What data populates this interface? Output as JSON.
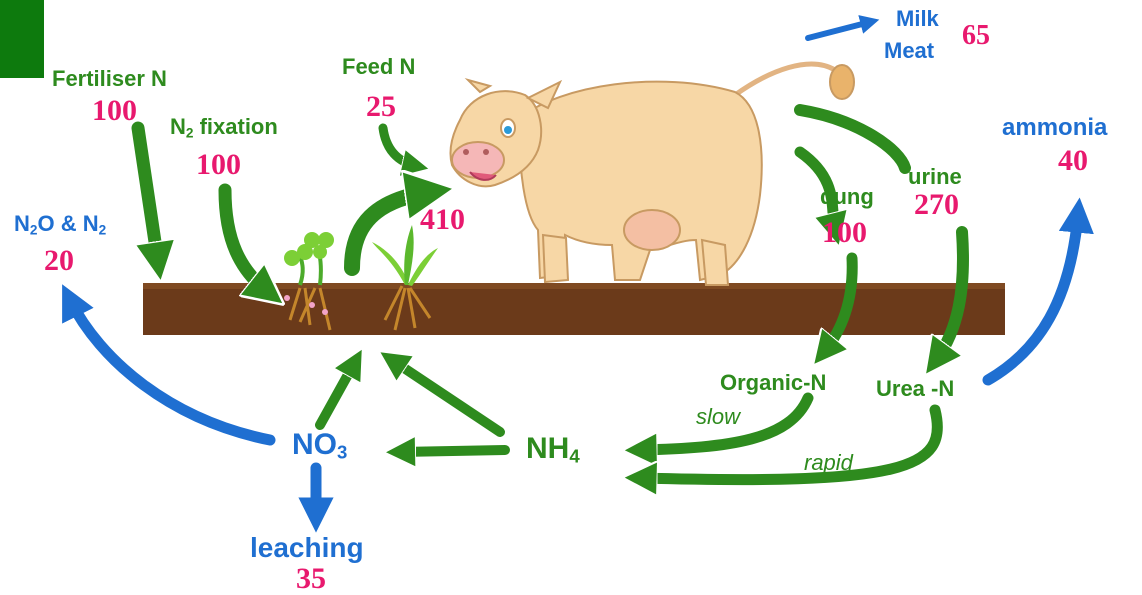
{
  "diagram": {
    "inputs": {
      "fertiliser_label": "Fertiliser N",
      "fertiliser_value": "100",
      "fixation_label_main": "N",
      "fixation_label_sub": "2",
      "fixation_label_rest": " fixation",
      "fixation_value": "100",
      "feed_label": "Feed N",
      "feed_value": "25",
      "intake_value": "410"
    },
    "outputs": {
      "milk_label": "Milk",
      "meat_label": "Meat",
      "milk_meat_value": "65",
      "ammonia_label": "ammonia",
      "ammonia_value": "40",
      "n2o_label_a": "N",
      "n2o_label_a_sub": "2",
      "n2o_label_b": "O & N",
      "n2o_label_b_sub": "2",
      "n2o_value": "20",
      "leaching_label": "leaching",
      "leaching_value": "35"
    },
    "excreta": {
      "dung_label": "dung",
      "dung_value": "100",
      "urine_label": "urine",
      "urine_value": "270"
    },
    "soil_pools": {
      "organic_n": "Organic-N",
      "urea_n": "Urea -N",
      "nh4_main": "NH",
      "nh4_sub": "4",
      "no3_main": "NO",
      "no3_sub": "3",
      "slow_label": "slow",
      "rapid_label": "rapid"
    },
    "colors": {
      "flow_green": "#2e8b1e",
      "loss_blue": "#1f6fd1",
      "value_pink": "#e8196e",
      "soil_brown": "#6b3a1a",
      "cow_body": "#f7d7a6"
    },
    "icons": [
      "cow-illustration",
      "clover-plant-icon",
      "grass-plant-icon",
      "soil-strip"
    ]
  }
}
